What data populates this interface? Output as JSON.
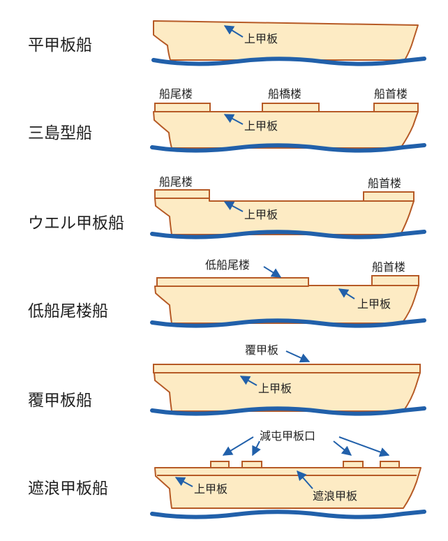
{
  "ships": [
    {
      "name": "平甲板船",
      "parts": [
        "上甲板"
      ]
    },
    {
      "name": "三島型船",
      "parts": [
        "船尾楼",
        "船橋楼",
        "船首楼",
        "上甲板"
      ]
    },
    {
      "name": "ウエル甲板船",
      "parts": [
        "船尾楼",
        "船首楼",
        "上甲板"
      ]
    },
    {
      "name": "低船尾楼船",
      "parts": [
        "低船尾楼",
        "船首楼",
        "上甲板"
      ]
    },
    {
      "name": "覆甲板船",
      "parts": [
        "覆甲板",
        "上甲板"
      ]
    },
    {
      "name": "遮浪甲板船",
      "parts": [
        "減屯甲板口",
        "上甲板",
        "遮浪甲板"
      ]
    }
  ],
  "colors": {
    "hull_fill": "#fdebc4",
    "hull_stroke": "#b65a26",
    "sea": "#2160aa"
  }
}
